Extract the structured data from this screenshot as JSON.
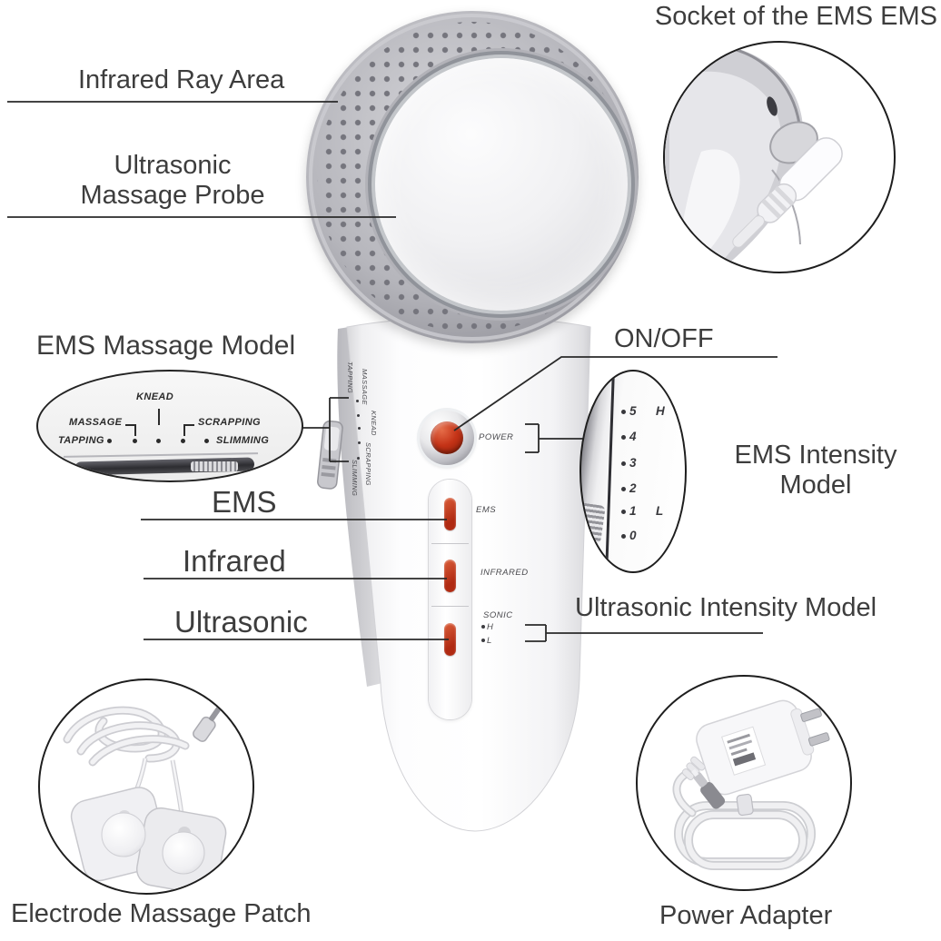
{
  "annotations": {
    "socket": "Socket of the EMS EMS",
    "infrared_ray_area": "Infrared Ray Area",
    "ultrasonic_probe": [
      "Ultrasonic",
      "Massage Probe"
    ],
    "ems_massage_model": "EMS Massage Model",
    "on_off": "ON/OFF",
    "ems_intensity": [
      "EMS Intensity",
      "Model"
    ],
    "ems": "EMS",
    "infrared": "Infrared",
    "ultrasonic": "Ultrasonic",
    "ultrasonic_intensity": "Ultrasonic Intensity Model",
    "electrode_patch": "Electrode Massage Patch",
    "power_adapter": "Power Adapter"
  },
  "device": {
    "power": "POWER",
    "ems": "EMS",
    "infrared": "INFRARED",
    "sonic": "SONIC",
    "sonic_high": "H",
    "sonic_low": "L",
    "side_modes": [
      "TAPPING",
      "MASSAGE",
      "KNEAD",
      "SCRAPPING",
      "SLIMMING"
    ]
  },
  "massage_model_inset": {
    "knead": "KNEAD",
    "massage": "MASSAGE",
    "scrapping": "SCRAPPING",
    "tapping": "TAPPING",
    "slimming": "SLIMMING"
  },
  "intensity_inset": {
    "levels": [
      "5",
      "4",
      "3",
      "2",
      "1",
      "0"
    ],
    "high": "H",
    "low": "L"
  },
  "colors": {
    "accent_red": "#b5311e",
    "line": "#2a2a2a",
    "text": "#3d3d3d"
  }
}
